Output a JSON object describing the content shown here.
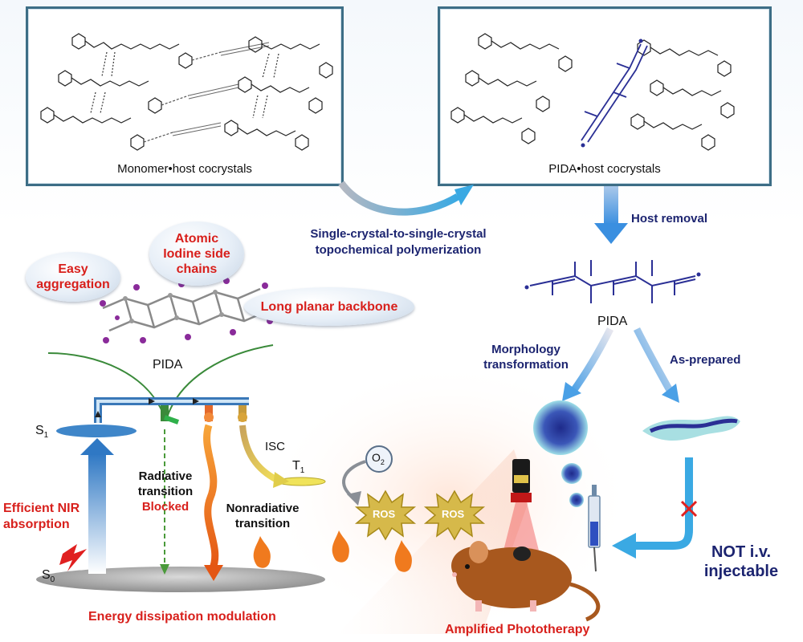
{
  "panels": {
    "monomer_caption": "Monomer•host cocrystals",
    "pida_caption": "PIDA•host cocrystals"
  },
  "process": {
    "polymerization_line1": "Single-crystal-to-single-crystal",
    "polymerization_line2": "topochemical polymerization",
    "host_removal": "Host removal",
    "pida_label": "PIDA",
    "morphology_line1": "Morphology",
    "morphology_line2": "transformation",
    "as_prepared": "As-prepared",
    "not_iv_line1": "NOT i.v.",
    "not_iv_line2": "injectable"
  },
  "bubbles": {
    "easy_aggregation": [
      "Easy",
      "aggregation"
    ],
    "atomic_iodine": [
      "Atomic",
      "Iodine side",
      "chains"
    ],
    "planar_backbone": "Long planar backbone"
  },
  "energy": {
    "pida_label": "PIDA",
    "s1": "S",
    "s1_sub": "1",
    "s0": "S",
    "s0_sub": "0",
    "t1": "T",
    "t1_sub": "1",
    "isc": "ISC",
    "o2": "O",
    "o2_sub": "2",
    "ros": "ROS",
    "radiative_line1": "Radiative",
    "radiative_line2": "transition",
    "blocked": "Blocked",
    "nonradiative_line1": "Nonradiative",
    "nonradiative_line2": "transition",
    "nir_line1": "Efficient NIR",
    "nir_line2": "absorption",
    "dissipation": "Energy dissipation modulation",
    "phototherapy": "Amplified Phototherapy"
  },
  "colors": {
    "navy": "#1c2470",
    "red": "#d8201c",
    "panel_border": "#3d6e86",
    "arrow_blue": "#3aa9e3",
    "polymer_blue": "#2a2f95",
    "iodine_purple": "#8a2b9a"
  }
}
